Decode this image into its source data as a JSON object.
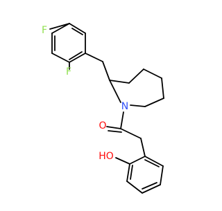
{
  "molecule": {
    "atom_labels": {
      "fluorine_top": "F",
      "fluorine_ortho": "F",
      "nitrogen": "N",
      "oxygen_carbonyl": "O",
      "hydroxyl": "HO"
    },
    "colors": {
      "bond": "#000000",
      "fluorine": "#90E050",
      "nitrogen": "#3050F8",
      "oxygen": "#FF0D0D"
    }
  }
}
